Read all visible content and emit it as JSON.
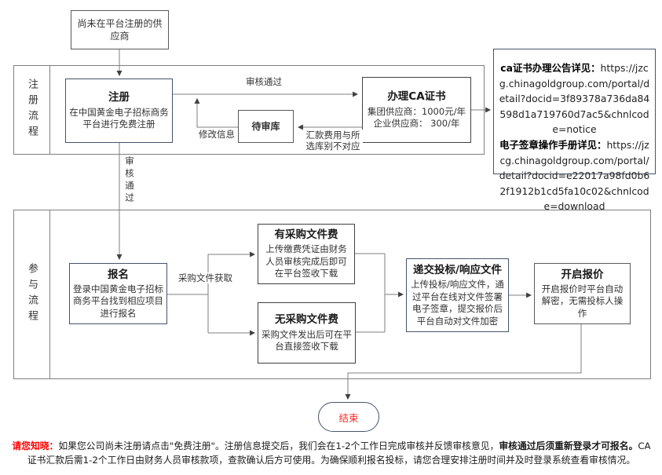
{
  "colors": {
    "box_border_blue": "#44546a",
    "box_border_gray": "#595959",
    "line_gray": "#7f7f7f",
    "end_text_red": "#ff2a2a",
    "note_red": "#ff0000"
  },
  "top_box": {
    "label": "尚未在平台注册的供应商"
  },
  "lanes": {
    "registration": {
      "label": "注册流程"
    },
    "participation": {
      "label": "参与流程"
    }
  },
  "nodes": {
    "register": {
      "title": "注册",
      "body": "在中国黄金电子招标商务平台进行免费注册"
    },
    "pending": {
      "label": "待审库"
    },
    "ca": {
      "title": "办理CA证书",
      "line1": "集团供应商：1000元/年",
      "line2": "企业供应商： 300/年"
    },
    "signup": {
      "title": "报名",
      "body": "登录中国黄金电子招标商务平台找到相应项目进行报名"
    },
    "fee": {
      "title": "有采购文件费",
      "body": "上传缴费凭证由财务人员审核完成后即可在平台签收下载"
    },
    "nofee": {
      "title": "无采购文件费",
      "body": "采购文件发出后可在平台直接签收下载"
    },
    "submit": {
      "title": "递交投标/响应文件",
      "body": "上传投标/响应文件，通过平台在线对文件签署电子签章，提交报价后平台自动对文件加密"
    },
    "open": {
      "title": "开启报价",
      "body": "开启报价时平台自动解密，无需投标人操作"
    },
    "end": {
      "label": "结束"
    }
  },
  "info_box": {
    "head1": "ca证书办理公告详见：",
    "url1": "https://jzcg.chinagoldgroup.com/portal/detail?docid=3f89378a736da84598d1a719760d7ac5&chnlcode=notice",
    "head2": "电子签章操作手册详见：",
    "url2": "https://jzcg.chinagoldgroup.com/portal/detail?docid=e22017a98fd0b62f1912b1cd5fa10c02&chnlcode=download"
  },
  "edge_labels": {
    "approve_h": "审核通过",
    "approve_v": "审核通过",
    "modify": "修改信息",
    "mismatch": "汇款费用与所选库别不对应",
    "get_docs": "采购文件获取"
  },
  "note": {
    "prefix": "请您知晓：",
    "part1": "如果您公司尚未注册请点击\"免费注册\"。注册信息提交后，我们会在1-2个工作日完成审核并反馈审核意见，",
    "bold1": "审核通过后须重新登录才可报名。",
    "part2": "CA证书汇款后需1-2个工作日由财务人员审核款项，查款确认后方可使用。为确保顺利报名投标，请您合理安排注册时间并及时登录系统查看审核情况。"
  }
}
